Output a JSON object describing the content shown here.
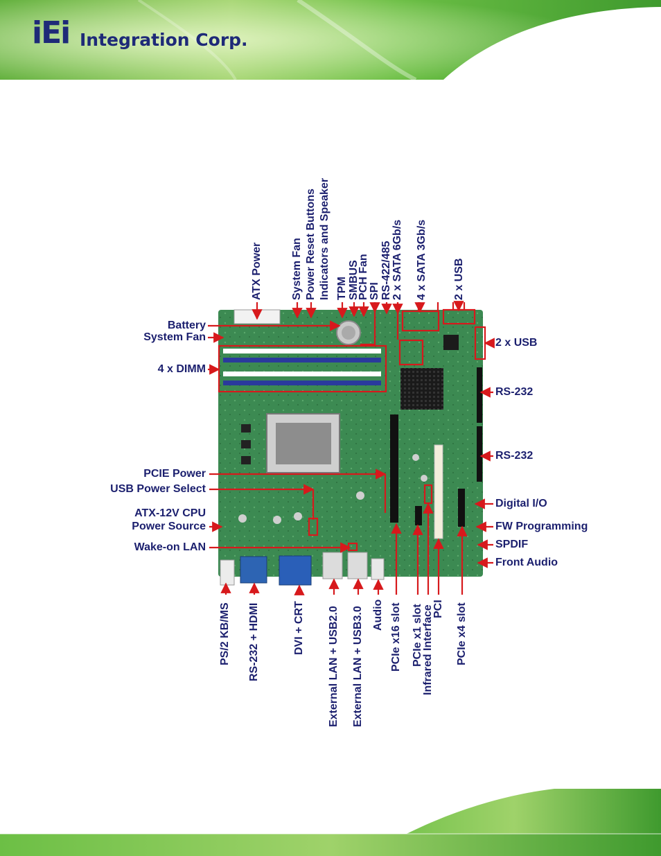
{
  "header": {
    "brand_logo": "iEi",
    "brand_name": "Integration Corp."
  },
  "colors": {
    "label": "#1b1f6e",
    "arrow": "#d7191c",
    "board": "#3f8f55",
    "dimm_blue": "#2a3a9c"
  },
  "top_labels": [
    {
      "id": "atx-power",
      "text": "ATX Power"
    },
    {
      "id": "system-fan-top",
      "text": "System Fan"
    },
    {
      "id": "power-reset",
      "text": "Power Reset Buttons"
    },
    {
      "id": "indicators",
      "text": "Indicators and Speaker"
    },
    {
      "id": "tpm",
      "text": "TPM"
    },
    {
      "id": "smbus",
      "text": "SMBUS"
    },
    {
      "id": "pch-fan",
      "text": "PCH Fan"
    },
    {
      "id": "spi",
      "text": "SPI"
    },
    {
      "id": "rs422",
      "text": "RS-422/485"
    },
    {
      "id": "sata6",
      "text": "2 x SATA 6Gb/s"
    },
    {
      "id": "sata3",
      "text": "4 x SATA 3Gb/s"
    },
    {
      "id": "usb-top",
      "text": "2 x USB"
    }
  ],
  "left_labels": [
    {
      "id": "battery",
      "text": "Battery"
    },
    {
      "id": "system-fan-left",
      "text": "System Fan"
    },
    {
      "id": "dimm",
      "text": "4 x DIMM"
    },
    {
      "id": "pcie-power",
      "text": "PCIE Power"
    },
    {
      "id": "usb-power-select",
      "text": "USB Power Select"
    },
    {
      "id": "atx12v-1",
      "text": "ATX-12V CPU"
    },
    {
      "id": "atx12v-2",
      "text": "Power Source"
    },
    {
      "id": "wake-on-lan",
      "text": "Wake-on LAN"
    }
  ],
  "right_labels": [
    {
      "id": "usb-right",
      "text": "2 x USB"
    },
    {
      "id": "rs232-1",
      "text": "RS-232"
    },
    {
      "id": "rs232-2",
      "text": "RS-232"
    },
    {
      "id": "digital-io",
      "text": "Digital I/O"
    },
    {
      "id": "fw-prog",
      "text": "FW Programming"
    },
    {
      "id": "spdif",
      "text": "SPDIF"
    },
    {
      "id": "front-audio",
      "text": "Front Audio"
    }
  ],
  "bottom_labels": [
    {
      "id": "ps2",
      "text": "PS/2 KB/MS"
    },
    {
      "id": "rs232-hdmi",
      "text": "RS-232 + HDMI"
    },
    {
      "id": "dvi-crt",
      "text": "DVI + CRT"
    },
    {
      "id": "lan-usb2",
      "text": "External LAN + USB2.0"
    },
    {
      "id": "lan-usb3",
      "text": "External LAN + USB3.0"
    },
    {
      "id": "audio",
      "text": "Audio"
    },
    {
      "id": "pcie16",
      "text": "PCIe x16 slot"
    },
    {
      "id": "pcie1",
      "text": "PCIe x1 slot"
    },
    {
      "id": "infrared",
      "text": "Infrared Interface"
    },
    {
      "id": "pci",
      "text": "PCI"
    },
    {
      "id": "pcie4",
      "text": "PCIe x4 slot"
    }
  ]
}
